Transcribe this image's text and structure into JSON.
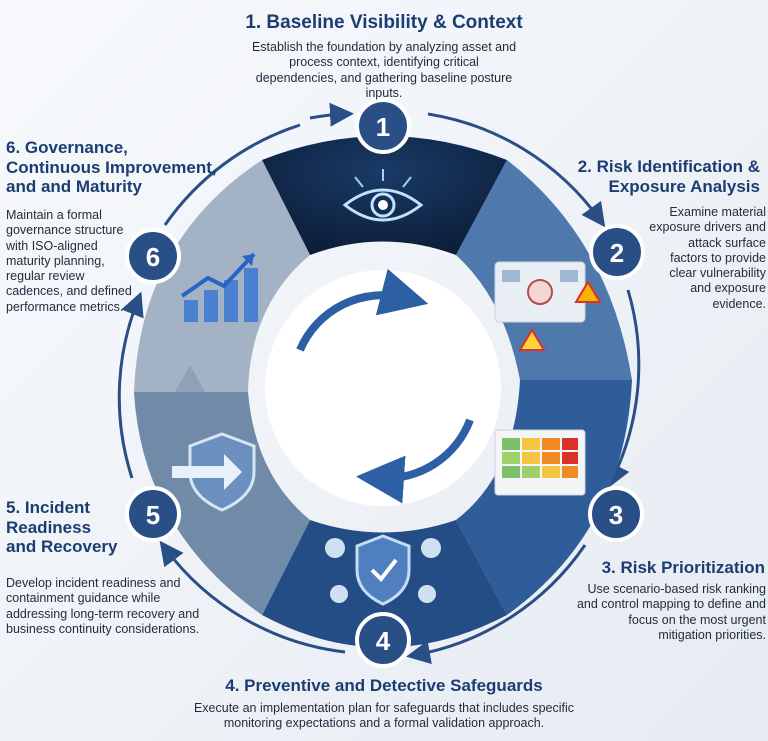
{
  "steps": [
    {
      "number": "1",
      "title": "1. Baseline Visibility & Context",
      "description": "Establish the foundation by analyzing asset and process context, identifying critical dependencies, and gathering baseline posture inputs.",
      "icon": "eye-icon"
    },
    {
      "number": "2",
      "title": "2. Risk Identification & Exposure Analysis",
      "description": "Examine material exposure drivers and attack surface factors to provide clear vulnerability and exposure evidence.",
      "icon": "dashboard-warning-icon"
    },
    {
      "number": "3",
      "title": "3. Risk Prioritization",
      "description": "Use scenario-based risk ranking and control mapping to define and focus on the most urgent mitigation priorities.",
      "icon": "heatmap-icon"
    },
    {
      "number": "4",
      "title": "4. Preventive and Detective Safeguards",
      "description": "Execute an implementation plan for safeguards that includes specific monitoring expectations and a formal validation approach.",
      "icon": "shield-check-icon"
    },
    {
      "number": "5",
      "title": "5. Incident Readiness and Recovery",
      "description": "Develop incident readiness and containment guidance while addressing long-term recovery and business continuity considerations.",
      "icon": "shield-arrow-icon"
    },
    {
      "number": "6",
      "title": "6. Governance, Continuous Improvement, and and Maturity",
      "description": "Maintain a formal governance structure with ISO-aligned maturity planning, regular review cadences, and defined performance metrics.",
      "icon": "growth-chart-icon"
    }
  ],
  "colors": {
    "navy": "#1c3d72",
    "ring_dark": "#2a4f86",
    "seg1": "#0f2546",
    "seg2": "#4f78ac",
    "seg3": "#2e5d99",
    "seg4": "#244d85",
    "seg5": "#718aa8",
    "seg6": "#a3b2c4",
    "warning": "#d8322a"
  }
}
